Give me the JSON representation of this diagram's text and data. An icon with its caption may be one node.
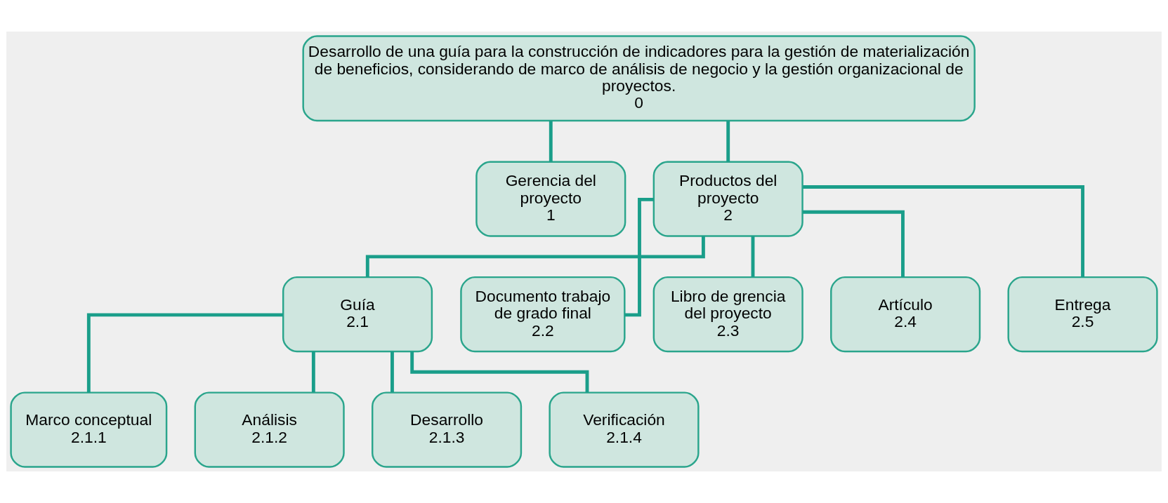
{
  "diagram": {
    "nodes": [
      {
        "text": [
          "Desarrollo de una guía para la construcción de indicadores para la gestión de materialización de beneficios, considerando de marco de análisis de negocio y la gestión organizacional de proyectos.",
          "0"
        ]
      },
      {
        "text": [
          "Gerencia del proyecto",
          "1"
        ]
      },
      {
        "text": [
          "Productos del proyecto",
          "2"
        ]
      },
      {
        "text": [
          "Guía",
          "2.1"
        ]
      },
      {
        "text": [
          "Documento trabajo de grado final",
          "2.2"
        ]
      },
      {
        "text": [
          "Libro de grencia del proyecto",
          "2.3"
        ]
      },
      {
        "text": [
          "Artículo",
          "2.4"
        ]
      },
      {
        "text": [
          "Entrega",
          "2.5"
        ]
      },
      {
        "text": [
          "Marco conceptual",
          "2.1.1"
        ]
      },
      {
        "text": [
          "Análisis",
          "2.1.2"
        ]
      },
      {
        "text": [
          "Desarrollo",
          "2.1.3"
        ]
      },
      {
        "text": [
          "Verificación",
          "2.1.4"
        ]
      }
    ],
    "edges": [
      {
        "from": 0,
        "to": 1,
        "arrow": "none"
      },
      {
        "from": 0,
        "to": 2,
        "arrow": "none"
      },
      {
        "from": 2,
        "to": 3,
        "arrow": "none"
      },
      {
        "from": 2,
        "to": 4,
        "arrow": "none"
      },
      {
        "from": 2,
        "to": 5,
        "arrow": "none"
      },
      {
        "from": 2,
        "to": 6,
        "arrow": "none"
      },
      {
        "from": 2,
        "to": 7,
        "arrow": "none"
      },
      {
        "from": 3,
        "to": 8,
        "arrow": "none"
      },
      {
        "from": 3,
        "to": 9,
        "arrow": "none"
      },
      {
        "from": 3,
        "to": 10,
        "arrow": "none"
      },
      {
        "from": 3,
        "to": 11,
        "arrow": "none"
      }
    ]
  }
}
